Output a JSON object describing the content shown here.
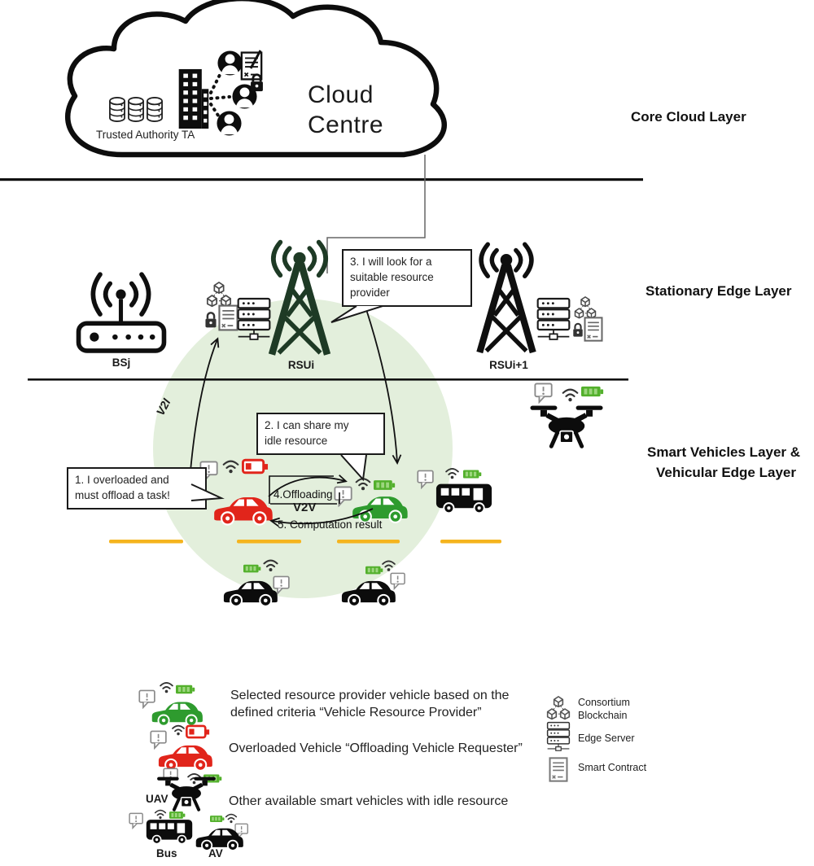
{
  "layers": {
    "core": "Core Cloud Layer",
    "stationary": "Stationary Edge Layer",
    "smart_line1": "Smart Vehicles Layer &",
    "smart_line2": "Vehicular Edge Layer"
  },
  "cloud": {
    "title_line1": "Cloud",
    "title_line2": "Centre",
    "caption": "Trusted Authority TA"
  },
  "nodes": {
    "base_station": "BSj",
    "rsu": "RSUi",
    "rsu_next": "RSUi+1"
  },
  "bubbles": {
    "overloaded_line1": "1. I overloaded and",
    "overloaded_line2": "must offload a task!",
    "share_line1": "2. I can share my",
    "share_line2": "idle resource",
    "lookup_line1": "3. I will look for a",
    "lookup_line2": "suitable resource",
    "lookup_line3": "provider"
  },
  "flows": {
    "v2i": "V2I",
    "offloading": "4.Offloading",
    "v2v": "V2V",
    "result": "5. Computation result"
  },
  "legend": {
    "provider_line1": "Selected resource provider vehicle based on the",
    "provider_line2": "defined criteria “Vehicle Resource Provider”",
    "overloaded": "Overloaded Vehicle “Offloading Vehicle Requester”",
    "others": "Other available smart vehicles with idle resource",
    "uav": "UAV",
    "bus": "Bus",
    "av": "AV",
    "consortium_line1": "Consortium",
    "consortium_line2": "Blockchain",
    "edge_server": "Edge Server",
    "smart_contract": "Smart Contract"
  },
  "colors": {
    "provider_green": "#2E9B2E",
    "requester_red": "#E1251B",
    "battery_green": "#53B02C",
    "coverage_green": "#E3EFDC",
    "road_yellow": "#F5B41E",
    "rsu_dark_green": "#1E3A25"
  }
}
